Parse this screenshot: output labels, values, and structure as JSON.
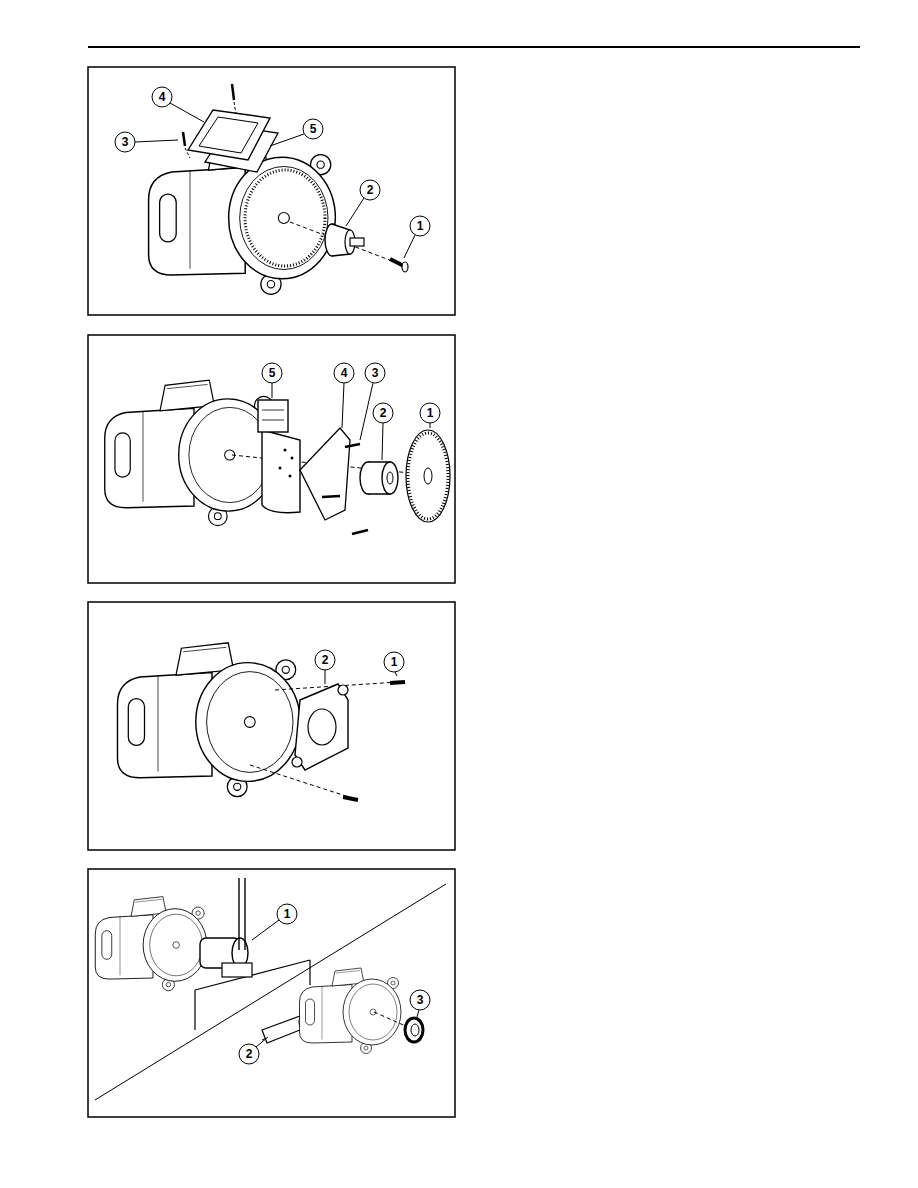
{
  "diagram": {
    "labels": [
      "4",
      "3",
      "5",
      "2",
      "1",
      "5",
      "4",
      "3",
      "2",
      "1",
      "2",
      "1",
      "1",
      "3",
      "2"
    ]
  }
}
